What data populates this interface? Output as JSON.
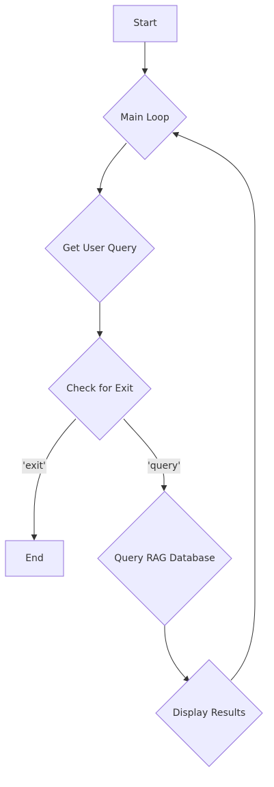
{
  "flowchart": {
    "nodes": {
      "start": "Start",
      "main_loop": "Main Loop",
      "get_user_query": "Get User Query",
      "check_for_exit": "Check for Exit",
      "end": "End",
      "query_rag_database": "Query RAG Database",
      "display_results": "Display Results"
    },
    "edge_labels": {
      "exit": "'exit'",
      "query": "'query'"
    }
  }
}
